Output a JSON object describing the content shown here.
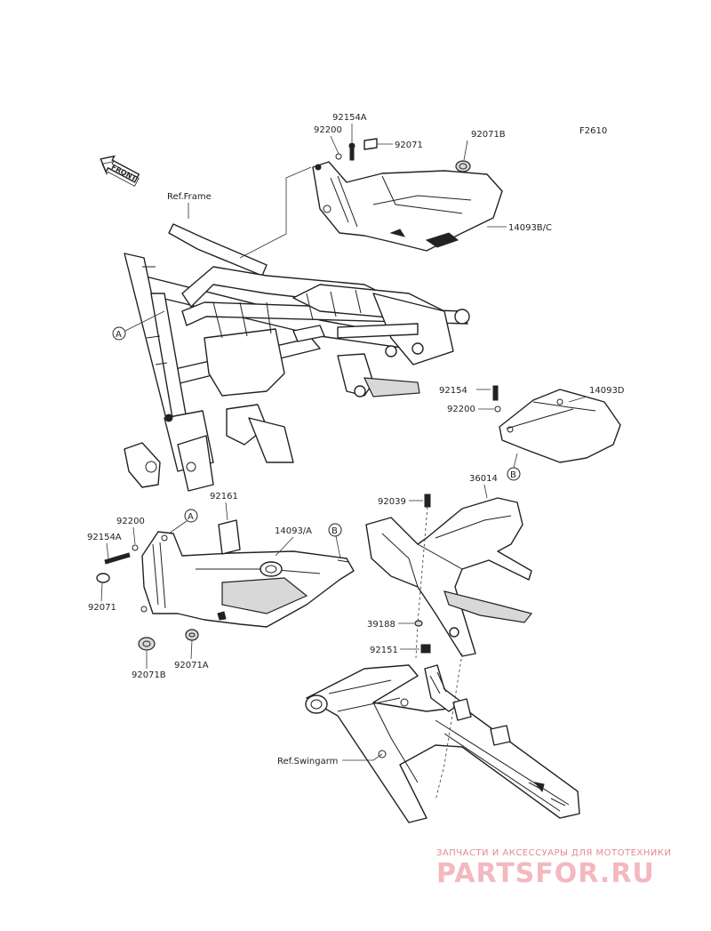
{
  "figure_code": "F2610",
  "front_label": "FRONT",
  "ref_frame": "Ref.Frame",
  "ref_swingarm": "Ref.Swingarm",
  "callout_a": "A",
  "callout_b": "B",
  "parts": {
    "p92154A_top": "92154A",
    "p92200_top": "92200",
    "p92071_top": "92071",
    "p92071B_top": "92071B",
    "p14093BC": "14093B/C",
    "p92154_right": "92154",
    "p14093D": "14093D",
    "p92200_right": "92200",
    "p92161": "92161",
    "p92200_left": "92200",
    "p92154A_left": "92154A",
    "p14093A": "14093/A",
    "p92071_left": "92071",
    "p92071B_bottom": "92071B",
    "p92071A": "92071A",
    "p92039": "92039",
    "p36014": "36014",
    "p39188": "39188",
    "p92151": "92151"
  },
  "watermark": {
    "line": "ЗАПЧАСТИ И АКСЕССУАРЫ ДЛЯ МОТОТЕХНИКИ",
    "logo": "PARTSFOR.RU"
  }
}
